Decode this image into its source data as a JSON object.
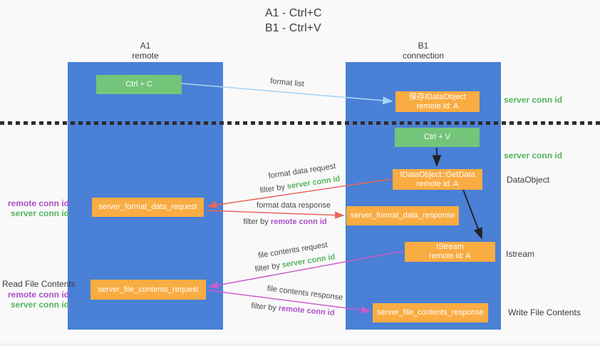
{
  "title": {
    "line1": "A1 - Ctrl+C",
    "line2": "B1 - Ctrl+V"
  },
  "columns": {
    "a1": {
      "title": "A1",
      "subtitle": "remote"
    },
    "b1": {
      "title": "B1",
      "subtitle": "connection"
    }
  },
  "nodes": {
    "ctrl_c": {
      "label": "Ctrl + C"
    },
    "save_dataobject": {
      "line1": "保存IDataObject",
      "line2": "remote id: A"
    },
    "ctrl_v": {
      "label": "Ctrl + V"
    },
    "getdata": {
      "line1": "IDataObject::GetData",
      "line2": "remote id: A"
    },
    "format_request": {
      "label": "server_format_data_request"
    },
    "format_response": {
      "label": "server_format_data_response"
    },
    "istream": {
      "line1": "IStream",
      "line2": "remote id: A"
    },
    "file_request": {
      "label": "server_file_contents_request"
    },
    "file_response": {
      "label": "server_file_contents_response"
    }
  },
  "arrow_labels": {
    "format_list": "format list",
    "format_data_request": "format data request",
    "format_data_response": "format data response",
    "file_contents_request": "file contents request",
    "file_contents_response": "file contents response",
    "filter_by": "filter by",
    "server_conn_id": "server conn id",
    "remote_conn_id": "remote conn id"
  },
  "side_annotations": {
    "server_conn_id_top": "server conn id",
    "server_conn_id_mid": "server conn id",
    "dataobject": "DataObject",
    "istream": "Istream",
    "write_file_contents": "Write File Contents",
    "read_file_contents": "Read File Contents",
    "remote_conn_id": "remote conn id",
    "server_conn_id": "server conn id"
  },
  "colors": {
    "background": "#f9f9f9",
    "column_blue": "#4a80d5",
    "green_box": "#74c57a",
    "orange_box": "#f9ac42",
    "green_text": "#55b45f",
    "purple_text": "#ab4fc8",
    "red_arrow": "#e9675d",
    "magenta_arrow": "#ca5ec9",
    "light_blue_arrow": "#a9d4f5",
    "black_arrow": "#222222"
  }
}
